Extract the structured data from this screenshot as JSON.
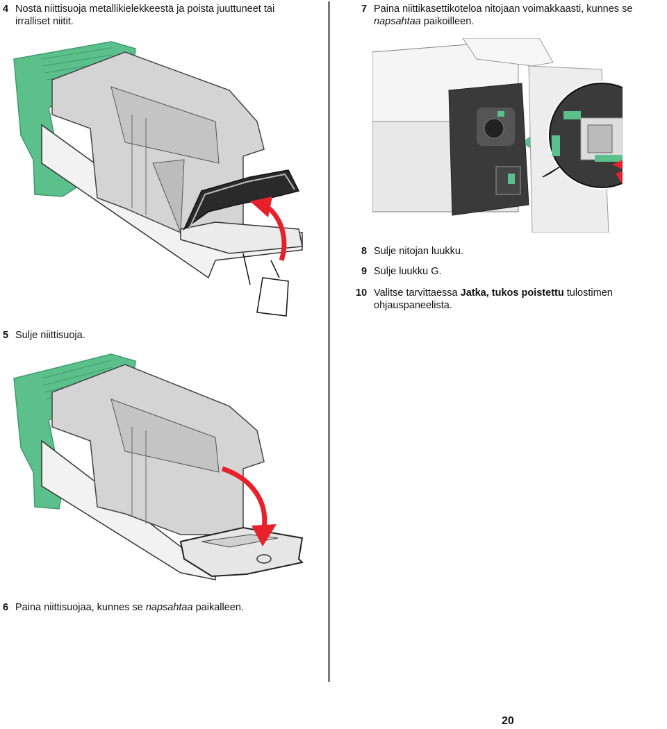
{
  "steps": {
    "s4": {
      "num": "4",
      "line1": "Nosta niittisuoja metallikielekkeestä ja poista juuttuneet tai",
      "line2": "irralliset niitit."
    },
    "s5": {
      "num": "5",
      "text": "Sulje niittisuoja."
    },
    "s6": {
      "num": "6",
      "before": "Paina niittisuojaa, kunnes se ",
      "italic": "napsahtaa",
      "after": " paikalleen."
    },
    "s7": {
      "num": "7",
      "line1": "Paina niittikasettikoteloa nitojaan voimakkaasti, kunnes se",
      "italic": "napsahtaa",
      "after": " paikoilleen."
    },
    "s8": {
      "num": "8",
      "text": "Sulje nitojan luukku."
    },
    "s9": {
      "num": "9",
      "text": "Sulje luukku G."
    },
    "s10": {
      "num": "10",
      "before": "Valitse tarvittaessa ",
      "bold": "Jatka, tukos poistettu",
      "after": " tulostimen",
      "line2": "ohjauspaneelista."
    }
  },
  "page_number": "20",
  "colors": {
    "accent_green": "#5cc08c",
    "arrow_red": "#e8202a",
    "body_gray": "#d4d4d4"
  }
}
